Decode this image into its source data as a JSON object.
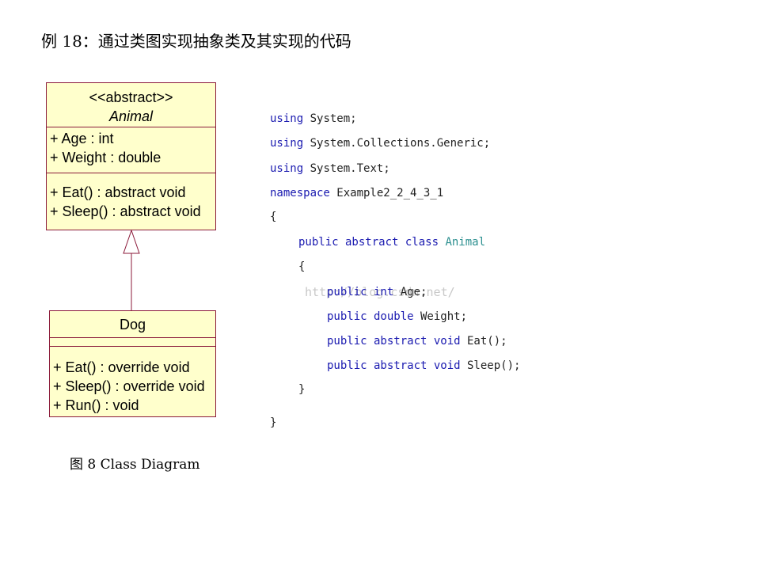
{
  "title": "例 18：通过类图实现抽象类及其实现的代码",
  "diagram": {
    "abstract_class": {
      "stereotype": "<<abstract>>",
      "name": "Animal",
      "attributes": [
        "+ Age : int",
        "+ Weight : double"
      ],
      "operations": [
        "+ Eat() : abstract void",
        "+ Sleep() : abstract void"
      ]
    },
    "subclass": {
      "name": "Dog",
      "operations": [
        "+ Eat() : override void",
        "+ Sleep() : override void",
        "+ Run() : void"
      ]
    },
    "relationship": "generalization",
    "caption": "图 8 Class Diagram"
  },
  "code": {
    "watermark": "http://blog.csdn.net/",
    "lines": [
      {
        "kw": "using",
        "rest": " System;"
      },
      {
        "kw": "using",
        "rest": " System.Collections.Generic;"
      },
      {
        "kw": "using",
        "rest": " System.Text;"
      },
      {
        "kw": "namespace",
        "rest": " Example2_2_4_3_1"
      },
      {
        "text": "{"
      },
      {
        "kw": "public abstract class",
        "type": " Animal"
      },
      {
        "text": "{"
      },
      {
        "kw": "public int",
        "rest": " Age;"
      },
      {
        "kw": "public double",
        "rest": " Weight;"
      },
      {
        "kw": "public abstract void",
        "rest": " Eat();"
      },
      {
        "kw": "public abstract void",
        "rest": " Sleep();"
      },
      {
        "text": "}"
      },
      {
        "text": "}"
      }
    ]
  }
}
